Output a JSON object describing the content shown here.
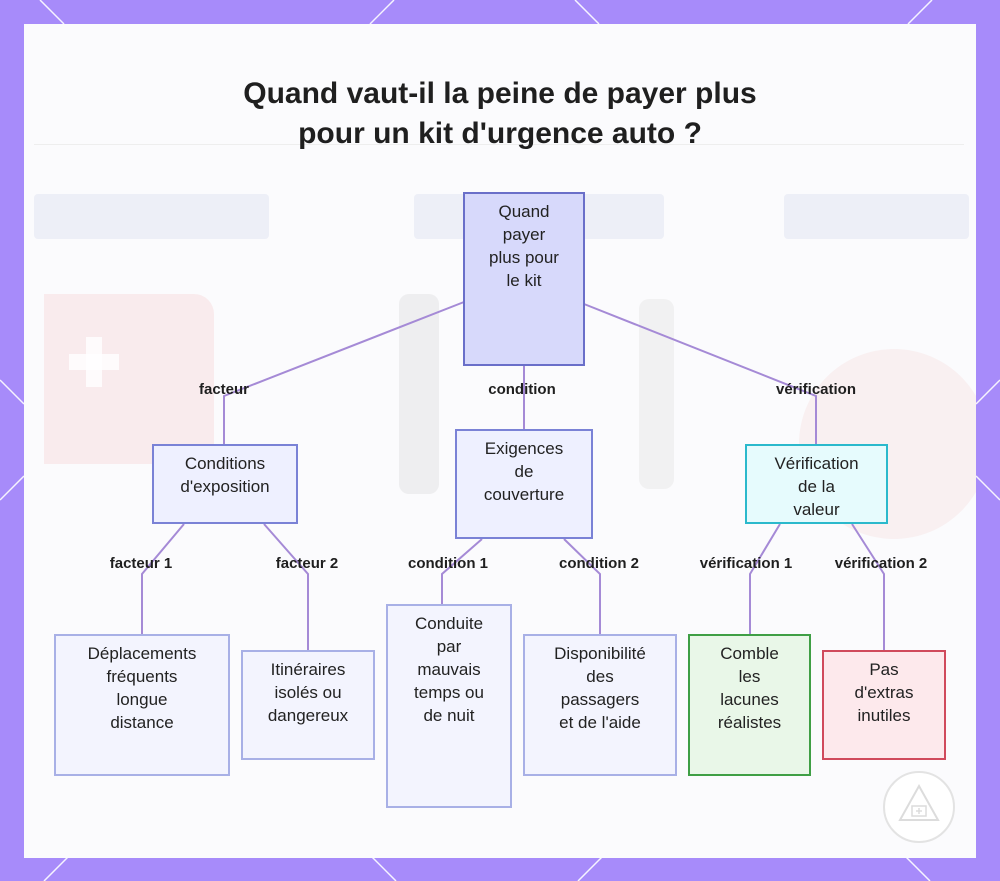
{
  "title": {
    "line1": "Quand vaut-il la peine de payer plus",
    "line2": "pour un kit d'urgence auto ?"
  },
  "nodes": {
    "root": "Quand\npayer\nplus pour\nle kit",
    "exposure": "Conditions\nd'exposition",
    "coverage": "Exigences\nde\ncouverture",
    "value": "Vérification\nde la\nvaleur",
    "travel": "Déplacements\nfréquents\nlongue\ndistance",
    "routes": "Itinéraires\nisolés ou\ndangereux",
    "night": "Conduite\npar\nmauvais\ntemps ou\nde nuit",
    "help": "Disponibilité\ndes\npassagers\net de l'aide",
    "gaps": "Comble\nles\nlacunes\nréalistes",
    "extras": "Pas\nd'extras\ninutiles"
  },
  "edge_labels": {
    "factor": "facteur",
    "condition": "condition",
    "check": "vérification",
    "factor1": "facteur 1",
    "factor2": "facteur 2",
    "condition1": "condition 1",
    "condition2": "condition 2",
    "check1": "vérification 1",
    "check2": "vérification 2"
  },
  "colors": {
    "frame": "#a78bfa",
    "edge": "#a58ad6",
    "root_fill": "#d7d9fb",
    "cyan_border": "#2bb9cc",
    "green_border": "#3f9f45",
    "red_border": "#d04a5c"
  }
}
